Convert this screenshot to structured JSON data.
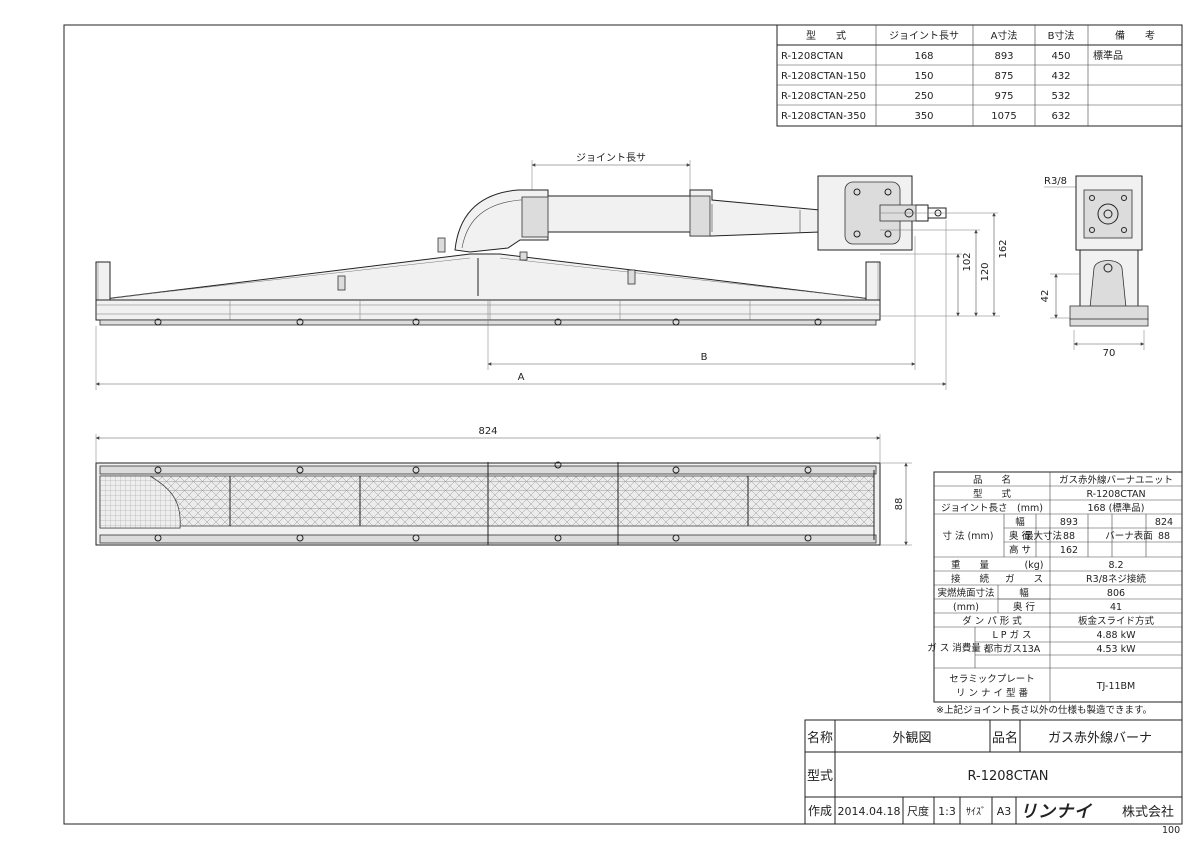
{
  "model_table": {
    "headers": [
      "型　　式",
      "ジョイント長サ",
      "A寸法",
      "B寸法",
      "備　　考"
    ],
    "rows": [
      [
        "R-1208CTAN",
        "168",
        "893",
        "450",
        "標準品"
      ],
      [
        "R-1208CTAN-150",
        "150",
        "875",
        "432",
        ""
      ],
      [
        "R-1208CTAN-250",
        "250",
        "975",
        "532",
        ""
      ],
      [
        "R-1208CTAN-350",
        "350",
        "1075",
        "632",
        ""
      ]
    ]
  },
  "dimensions": {
    "joint_length": "ジョイント長サ",
    "h102": "102",
    "h120": "120",
    "h162": "162",
    "b_label": "B",
    "a_label": "A",
    "w824": "824",
    "d88": "88",
    "side_thread": "R3/8",
    "side_h42": "42",
    "side_w70": "70"
  },
  "spec": {
    "product_name_label": "品　　名",
    "product_name": "ガス赤外線バーナユニット",
    "model_label": "型　　式",
    "model": "R-1208CTAN",
    "joint_label": "ジョイント長さ　(mm)",
    "joint_value": "168 (標準品)",
    "size_label": "寸 法 (mm)",
    "width_label": "幅",
    "depth_label": "奥 行",
    "height_label": "高 サ",
    "max_size_label": "最大寸法",
    "width_value": "893",
    "depth_value": "88",
    "height_value": "162",
    "burner_surface_label": "バーナ表面",
    "surface_w": "824",
    "surface_d": "88",
    "weight_label": "重　　量",
    "weight_unit": "(kg)",
    "weight_value": "8.2",
    "connection_label": "接　　続",
    "gas_label": "ガ　　ス",
    "connection_value": "R3/8ネジ接続",
    "burn_area_label": "実燃焼面寸法",
    "burn_unit": "(mm)",
    "burn_w_label": "幅",
    "burn_w_value": "806",
    "burn_d_label": "奥 行",
    "burn_d_value": "41",
    "damper_label": "ダ ン パ 形 式",
    "damper_value": "板金スライド方式",
    "consumption_label": "ガ ス 消費量",
    "lp_label": "L P ガ ス",
    "lp_value": "4.88 kW",
    "city_label": "都市ガス13A",
    "city_value": "4.53 kW",
    "plate_label1": "セラミックプレート",
    "plate_label2": "リ ン ナ イ 型 番",
    "plate_value": "TJ-11BM",
    "note": "※上記ジョイント長さ以外の仕様も製造できます。"
  },
  "title_block": {
    "name_label": "名称",
    "name_value": "外観図",
    "product_label": "品名",
    "product_value": "ガス赤外線バーナ",
    "model_label": "型式",
    "model_value": "R-1208CTAN",
    "made_label": "作成",
    "made_date": "2014.04.18",
    "scale_label": "尺度",
    "scale_value": "1:3",
    "size_label": "ｻｲｽﾞ",
    "size_value": "A3",
    "company_logo": "リンナイ",
    "company_suffix": "株式会社",
    "sheet_no": "100"
  }
}
